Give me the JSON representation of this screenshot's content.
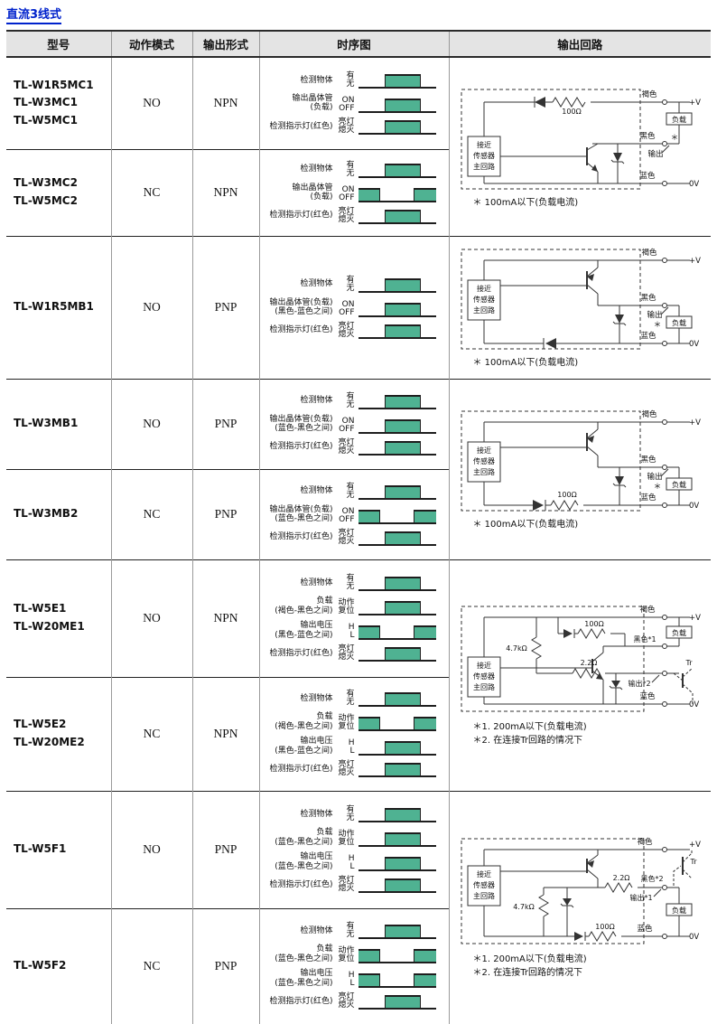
{
  "page": {
    "title": "直流3线式"
  },
  "table": {
    "headers": [
      "型号",
      "动作模式",
      "输出形式",
      "时序图",
      "输出回路"
    ]
  },
  "rows": [
    {
      "models": [
        "TL-W1R5MC1",
        "TL-W3MC1",
        "TL-W5MC1"
      ],
      "mode": "NO",
      "output": "NPN",
      "signals": [
        {
          "label": "检测物体",
          "high": "有",
          "low": "无",
          "pattern": "center"
        },
        {
          "label": "输出晶体管",
          "label2": "(负载)",
          "high": "ON",
          "low": "OFF",
          "pattern": "center"
        },
        {
          "label": "检测指示灯(红色)",
          "high": "亮灯",
          "low": "熄灭",
          "pattern": "center"
        }
      ]
    },
    {
      "models": [
        "TL-W3MC2",
        "TL-W5MC2"
      ],
      "mode": "NC",
      "output": "NPN",
      "signals": [
        {
          "label": "检测物体",
          "high": "有",
          "low": "无",
          "pattern": "center"
        },
        {
          "label": "输出晶体管",
          "label2": "(负载)",
          "high": "ON",
          "low": "OFF",
          "pattern": "inverted"
        },
        {
          "label": "检测指示灯(红色)",
          "high": "亮灯",
          "low": "熄灭",
          "pattern": "center"
        }
      ]
    },
    {
      "models": [
        "TL-W1R5MB1"
      ],
      "mode": "NO",
      "output": "PNP",
      "signals": [
        {
          "label": "检测物体",
          "high": "有",
          "low": "无",
          "pattern": "center"
        },
        {
          "label": "输出晶体管(负载)",
          "label2": "(黑色-蓝色之间)",
          "high": "ON",
          "low": "OFF",
          "pattern": "center"
        },
        {
          "label": "检测指示灯(红色)",
          "high": "亮灯",
          "low": "熄灭",
          "pattern": "center"
        }
      ]
    },
    {
      "models": [
        "TL-W3MB1"
      ],
      "mode": "NO",
      "output": "PNP",
      "signals": [
        {
          "label": "检测物体",
          "high": "有",
          "low": "无",
          "pattern": "center"
        },
        {
          "label": "输出晶体管(负载)",
          "label2": "(蓝色-黑色之间)",
          "high": "ON",
          "low": "OFF",
          "pattern": "center"
        },
        {
          "label": "检测指示灯(红色)",
          "high": "亮灯",
          "low": "熄灭",
          "pattern": "center"
        }
      ]
    },
    {
      "models": [
        "TL-W3MB2"
      ],
      "mode": "NC",
      "output": "PNP",
      "signals": [
        {
          "label": "检测物体",
          "high": "有",
          "low": "无",
          "pattern": "center"
        },
        {
          "label": "输出晶体管(负载)",
          "label2": "(蓝色-黑色之间)",
          "high": "ON",
          "low": "OFF",
          "pattern": "inverted"
        },
        {
          "label": "检测指示灯(红色)",
          "high": "亮灯",
          "low": "熄灭",
          "pattern": "center"
        }
      ]
    },
    {
      "models": [
        "TL-W5E1",
        "TL-W20ME1"
      ],
      "mode": "NO",
      "output": "NPN",
      "signals": [
        {
          "label": "检测物体",
          "high": "有",
          "low": "无",
          "pattern": "center"
        },
        {
          "label": "负载",
          "label2": "(褐色-黑色之间)",
          "high": "动作",
          "low": "复位",
          "pattern": "center"
        },
        {
          "label": "输出电压",
          "label2": "(黑色-蓝色之间)",
          "high": "H",
          "low": "L",
          "pattern": "inverted"
        },
        {
          "label": "检测指示灯(红色)",
          "high": "亮灯",
          "low": "熄灭",
          "pattern": "center"
        }
      ]
    },
    {
      "models": [
        "TL-W5E2",
        "TL-W20ME2"
      ],
      "mode": "NC",
      "output": "NPN",
      "signals": [
        {
          "label": "检测物体",
          "high": "有",
          "low": "无",
          "pattern": "center"
        },
        {
          "label": "负载",
          "label2": "(褐色-黑色之间)",
          "high": "动作",
          "low": "复位",
          "pattern": "inverted"
        },
        {
          "label": "输出电压",
          "label2": "(黑色-蓝色之间)",
          "high": "H",
          "low": "L",
          "pattern": "center"
        },
        {
          "label": "检测指示灯(红色)",
          "high": "亮灯",
          "low": "熄灭",
          "pattern": "center"
        }
      ]
    },
    {
      "models": [
        "TL-W5F1"
      ],
      "mode": "NO",
      "output": "PNP",
      "signals": [
        {
          "label": "检测物体",
          "high": "有",
          "low": "无",
          "pattern": "center"
        },
        {
          "label": "负载",
          "label2": "(蓝色-黑色之间)",
          "high": "动作",
          "low": "复位",
          "pattern": "center"
        },
        {
          "label": "输出电压",
          "label2": "(蓝色-黑色之间)",
          "high": "H",
          "low": "L",
          "pattern": "center"
        },
        {
          "label": "检测指示灯(红色)",
          "high": "亮灯",
          "low": "熄灭",
          "pattern": "center"
        }
      ]
    },
    {
      "models": [
        "TL-W5F2"
      ],
      "mode": "NC",
      "output": "PNP",
      "signals": [
        {
          "label": "检测物体",
          "high": "有",
          "low": "无",
          "pattern": "center"
        },
        {
          "label": "负载",
          "label2": "(蓝色-黑色之间)",
          "high": "动作",
          "low": "复位",
          "pattern": "inverted"
        },
        {
          "label": "输出电压",
          "label2": "(蓝色-黑色之间)",
          "high": "H",
          "low": "L",
          "pattern": "inverted"
        },
        {
          "label": "检测指示灯(红色)",
          "high": "亮灯",
          "low": "熄灭",
          "pattern": "center"
        }
      ]
    }
  ],
  "circuits": [
    {
      "sensor_box": [
        "接近",
        "传感器",
        "主回路"
      ],
      "r_top": "100Ω",
      "brown": "褐色",
      "black": "黑色",
      "blue": "蓝色",
      "vplus": "+V",
      "zero": "0V",
      "output": "输出",
      "load": "负载",
      "star": "＊",
      "notes": [
        "＊ 100mA以下(负载电流)"
      ]
    },
    {
      "sensor_box": [
        "接近",
        "传感器",
        "主回路"
      ],
      "brown": "褐色",
      "black": "黑色",
      "blue": "蓝色",
      "vplus": "+V",
      "zero": "0V",
      "output": "输出",
      "load": "负载",
      "star": "＊",
      "notes": [
        "＊ 100mA以下(负载电流)"
      ]
    },
    {
      "sensor_box": [
        "接近",
        "传感器",
        "主回路"
      ],
      "r_bottom": "100Ω",
      "brown": "褐色",
      "black": "黑色",
      "blue": "蓝色",
      "vplus": "+V",
      "zero": "0V",
      "output": "输出",
      "load": "负载",
      "star": "＊",
      "notes": [
        "＊ 100mA以下(负载电流)"
      ]
    },
    {
      "sensor_box": [
        "接近",
        "传感器",
        "主回路"
      ],
      "r1": "100Ω",
      "r2": "4.7kΩ",
      "r3": "2.2Ω",
      "brown": "褐色",
      "black": "黑色*1",
      "blue": "蓝色",
      "vplus": "+V",
      "zero": "0V",
      "output": "输出*2",
      "load": "负载",
      "tr": "Tr",
      "notes": [
        "＊1. 200mA以下(负载电流)",
        "＊2. 在连接Tr回路的情况下"
      ]
    },
    {
      "sensor_box": [
        "接近",
        "传感器",
        "主回路"
      ],
      "r1": "100Ω",
      "r2": "4.7kΩ",
      "r3": "2.2Ω",
      "brown": "褐色",
      "black": "黑色*2",
      "blue": "蓝色",
      "vplus": "+V",
      "zero": "0V",
      "output": "输出*1",
      "load": "负载",
      "tr": "Tr",
      "notes": [
        "＊1. 200mA以下(负载电流)",
        "＊2. 在连接Tr回路的情况下"
      ]
    }
  ]
}
